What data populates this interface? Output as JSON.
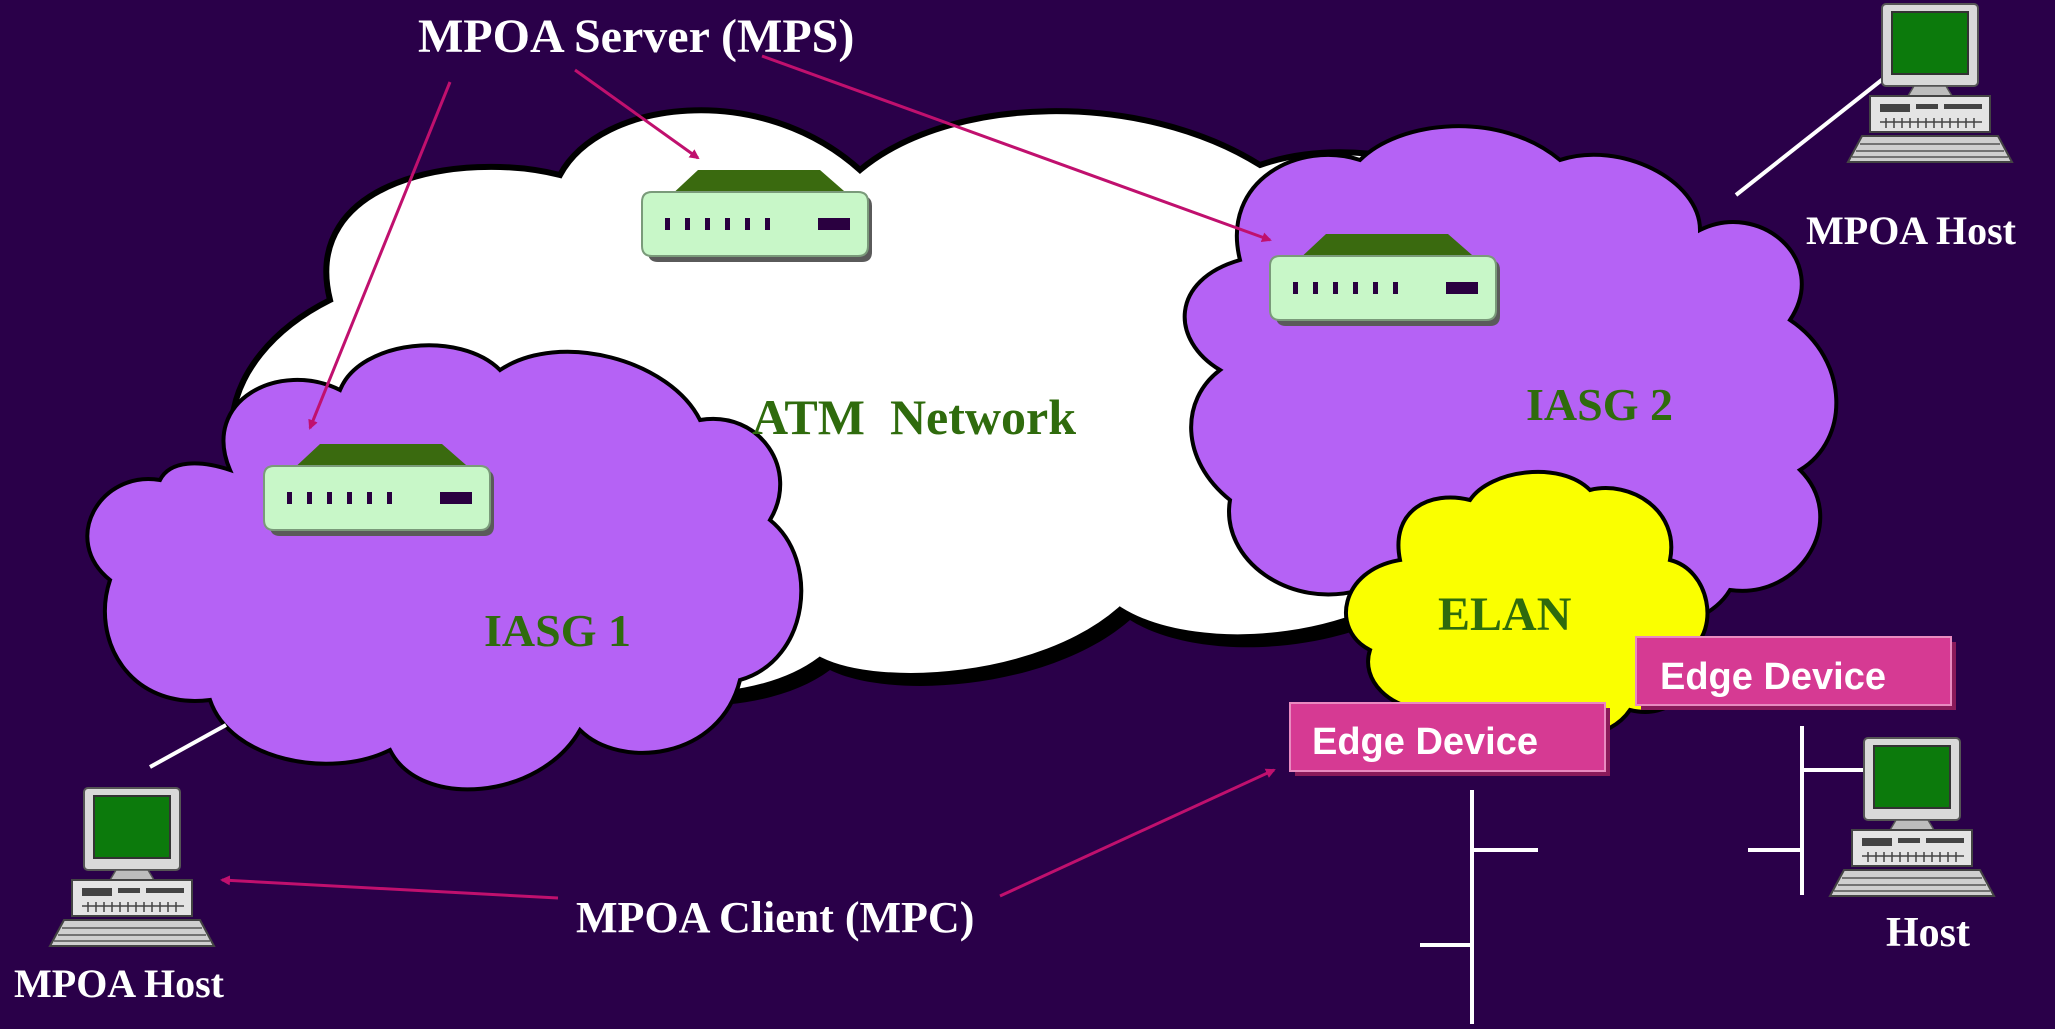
{
  "colors": {
    "background": "#2a0049",
    "atm_cloud": "#ffffff",
    "iasg_cloud": "#b562f5",
    "elan_cloud": "#faff00",
    "edge_device": "#d63a93",
    "arrow": "#c0106e",
    "label_green": "#2f6b0d",
    "label_white": "#ffffff"
  },
  "labels": {
    "mps": "MPOA Server (MPS)",
    "mpc": "MPOA Client (MPC)",
    "atm_network": "ATM  Network",
    "iasg1": "IASG 1",
    "iasg2": "IASG 2",
    "elan": "ELAN",
    "edge_device_1": "Edge Device",
    "edge_device_2": "Edge Device",
    "mpoa_host_left": "MPOA Host",
    "mpoa_host_right": "MPOA Host",
    "host": "Host"
  },
  "icons": {
    "router": "router-icon",
    "computer": "computer-icon"
  }
}
